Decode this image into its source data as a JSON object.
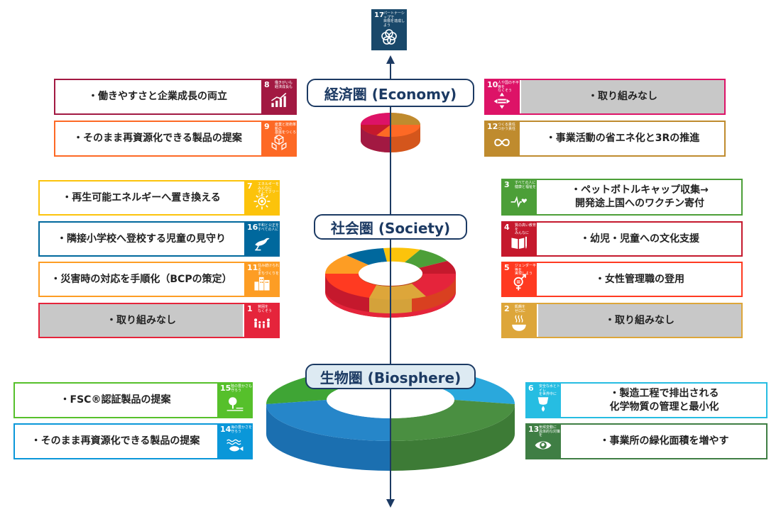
{
  "goal17": {
    "num": "17",
    "mini": "パートナーシップで\n目標を達成しよう",
    "color": "#19486a",
    "icon": "flower-rings-icon"
  },
  "tiers": {
    "economy": "経済圏 (Economy)",
    "society": "社会圏 (Society)",
    "biosphere": "生物圏 (Biosphere)"
  },
  "boxes": [
    {
      "id": "box-work-style",
      "text": "・働きやすさと企業成長の両立",
      "gray": false,
      "goal": {
        "num": "8",
        "mini": "働きがいも\n経済成長も",
        "color": "#a21942",
        "icon": "growth-chart-icon"
      }
    },
    {
      "id": "box-reuse-product-9",
      "text": "・そのまま再資源化できる製品の提案",
      "gray": false,
      "goal": {
        "num": "9",
        "mini": "産業と技術革新の\n基盤をつくろう",
        "color": "#fd6925",
        "icon": "cubes-icon"
      }
    },
    {
      "id": "box-renewable",
      "text": "・再生可能エネルギーへ置き換える",
      "gray": false,
      "goal": {
        "num": "7",
        "mini": "エネルギーをみんなに\nそしてクリーンに",
        "color": "#fcc30b",
        "icon": "sun-icon"
      }
    },
    {
      "id": "box-school-watch",
      "text": "・隣接小学校へ登校する児童の見守り",
      "gray": false,
      "goal": {
        "num": "16",
        "mini": "平和と公正を\nすべての人に",
        "color": "#00689d",
        "icon": "dove-icon"
      }
    },
    {
      "id": "box-bcp",
      "text": "・災害時の対応を手順化（BCPの策定）",
      "gray": false,
      "goal": {
        "num": "11",
        "mini": "住み続けられる\nまちづくりを",
        "color": "#fd9d24",
        "icon": "buildings-icon"
      }
    },
    {
      "id": "box-none-1",
      "text": "・取り組みなし",
      "gray": true,
      "goal": {
        "num": "1",
        "mini": "貧困を\nなくそう",
        "color": "#e5243b",
        "icon": "family-icon"
      }
    },
    {
      "id": "box-fsc",
      "text": "・FSC®認証製品の提案",
      "gray": false,
      "goal": {
        "num": "15",
        "mini": "陸の豊かさも\n守ろう",
        "color": "#56c02b",
        "icon": "tree-icon"
      }
    },
    {
      "id": "box-reuse-product-14",
      "text": "・そのまま再資源化できる製品の提案",
      "gray": false,
      "goal": {
        "num": "14",
        "mini": "海の豊かさを\n守ろう",
        "color": "#0a97d9",
        "icon": "fish-icon"
      }
    },
    {
      "id": "box-none-10",
      "text": "・取り組みなし",
      "gray": true,
      "goal": {
        "num": "10",
        "mini": "人や国の不平等を\nなくそう",
        "color": "#dd1367",
        "icon": "equality-icon"
      }
    },
    {
      "id": "box-energy-3r",
      "text": "・事業活動の省エネ化と3Rの推進",
      "gray": false,
      "goal": {
        "num": "12",
        "mini": "つくる責任\nつかう責任",
        "color": "#bf8b2e",
        "icon": "infinity-icon"
      }
    },
    {
      "id": "box-bottle-caps",
      "text": "・ペットボトルキャップ収集→\n開発途上国へのワクチン寄付",
      "gray": false,
      "goal": {
        "num": "3",
        "mini": "すべての人に\n健康と福祉を",
        "color": "#4c9f38",
        "icon": "heartbeat-icon"
      }
    },
    {
      "id": "box-culture",
      "text": "・幼児・児童への文化支援",
      "gray": false,
      "goal": {
        "num": "4",
        "mini": "質の高い教育を\nみんなに",
        "color": "#c5192d",
        "icon": "book-icon"
      }
    },
    {
      "id": "box-women",
      "text": "・女性管理職の登用",
      "gray": false,
      "goal": {
        "num": "5",
        "mini": "ジェンダー平等を\n実現しよう",
        "color": "#ff3a21",
        "icon": "gender-icon"
      }
    },
    {
      "id": "box-none-2",
      "text": "・取り組みなし",
      "gray": true,
      "goal": {
        "num": "2",
        "mini": "飢餓を\nゼロに",
        "color": "#dda63a",
        "icon": "bowl-icon"
      }
    },
    {
      "id": "box-chemicals",
      "text": "・製造工程で排出される\n化学物質の管理と最小化",
      "gray": false,
      "goal": {
        "num": "6",
        "mini": "安全な水とトイレ\nを世界中に",
        "color": "#26bde2",
        "icon": "water-drop-icon"
      }
    },
    {
      "id": "box-greening",
      "text": "・事業所の緑化面積を増やす",
      "gray": false,
      "goal": {
        "num": "13",
        "mini": "気候変動に\n具体的な対策を",
        "color": "#3f7e44",
        "icon": "eye-globe-icon"
      }
    }
  ]
}
